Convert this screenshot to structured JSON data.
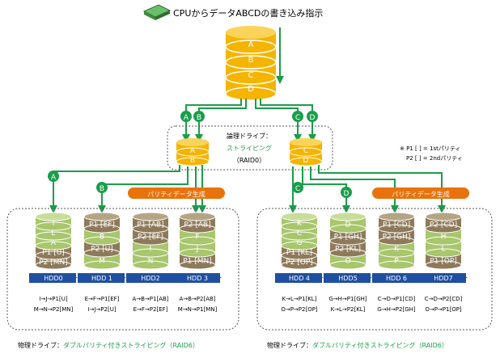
{
  "title": "CPUからデータABCDの書き込み指示",
  "logical": {
    "label": "論理ドライブ：",
    "striping": "ストライピング",
    "raid": "（RAID0）",
    "main_disks": [
      "A",
      "B",
      "C",
      "D"
    ],
    "left_disks": [
      "A",
      "B"
    ],
    "right_disks": [
      "C",
      "D"
    ]
  },
  "parity_note": [
    "※ P1 [ ] = 1stパリティ",
    "P2 [ ] = 2ndパリティ"
  ],
  "parity_gen_label": "パリティデータ生成",
  "badges": {
    "a": "A",
    "b": "B",
    "c": "C",
    "d": "D"
  },
  "hdds": [
    {
      "label": "HDD0",
      "disks": [
        "I",
        "E",
        "A",
        "P1 [U]",
        "P2 [MN]"
      ],
      "formula": [
        "I→J→P1[U]",
        "M→N→P2[MN]"
      ]
    },
    {
      "label": "HDD 1",
      "disks": [
        "P1 [EF]",
        "B",
        "P2 [U]",
        "M"
      ],
      "formula": [
        "E→F→P1[EF]",
        "I→J→P2[U]"
      ]
    },
    {
      "label": "HDD2",
      "disks": [
        "P1 [AB]",
        "P2 [EF]",
        "I",
        "N"
      ],
      "formula": [
        "A→B→P1[AB]",
        "E→F→P2[EF]"
      ]
    },
    {
      "label": "HDD 3",
      "disks": [
        "P2 [AB]",
        "F",
        "J",
        "P1 [MN]"
      ],
      "formula": [
        "A→B→P2[AB]",
        "M→N→P1[MN]"
      ]
    },
    {
      "label": "HDD 4",
      "disks": [
        "K",
        "C",
        "G",
        "P1 [KL]",
        "P2 [OP]"
      ],
      "formula": [
        "K→L→P1[KL]",
        "O→P→P2[OP]"
      ]
    },
    {
      "label": "HDD5",
      "disks": [
        "D",
        "P1 [GH]",
        "P2 [KL]",
        "O"
      ],
      "formula": [
        "G→H→P1[GH]",
        "K→L→P2[KL]"
      ]
    },
    {
      "label": "HDD 6",
      "disks": [
        "P1 [CD]",
        "P2 [GH]",
        "K",
        "P"
      ],
      "formula": [
        "C→D→P1[CD]",
        "G→H→P2[GH]"
      ]
    },
    {
      "label": "HDD7",
      "disks": [
        "P2 [CD]",
        "H",
        "L",
        "P1 [OP]"
      ],
      "formula": [
        "C→D→P2[CD]",
        "O→P→P1[OP]"
      ]
    }
  ],
  "physical_prefix": "物理ドライブ：",
  "physical_suffix": "ダブルパリティ付きストライピング（RAID6）",
  "colors": {
    "arrow": "#1a9e4a",
    "orange": "#f5b400",
    "green_disk": "#a8c66c",
    "brown_disk": "#8e7a5a",
    "parity_bg": "#e8730c"
  }
}
